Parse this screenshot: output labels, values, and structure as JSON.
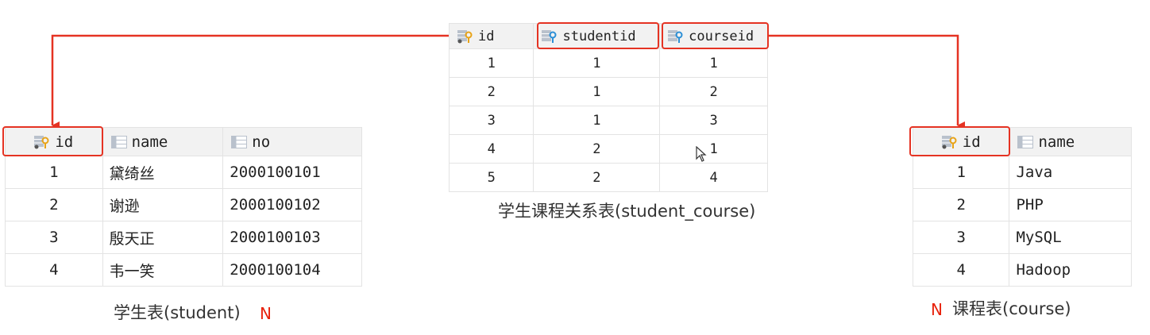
{
  "accent_color": "#e53323",
  "student": {
    "caption": "学生表(student)",
    "cardinality": "N",
    "columns": [
      "id",
      "name",
      "no"
    ],
    "rows": [
      [
        "1",
        "黛绮丝",
        "2000100101"
      ],
      [
        "2",
        "谢逊",
        "2000100102"
      ],
      [
        "3",
        "殷天正",
        "2000100103"
      ],
      [
        "4",
        "韦一笑",
        "2000100104"
      ]
    ]
  },
  "student_course": {
    "caption": "学生课程关系表(student_course)",
    "columns": [
      "id",
      "studentid",
      "courseid"
    ],
    "rows": [
      [
        "1",
        "1",
        "1"
      ],
      [
        "2",
        "1",
        "2"
      ],
      [
        "3",
        "1",
        "3"
      ],
      [
        "4",
        "2",
        "1"
      ],
      [
        "5",
        "2",
        "4"
      ]
    ]
  },
  "course": {
    "caption": "课程表(course)",
    "cardinality": "N",
    "columns": [
      "id",
      "name"
    ],
    "rows": [
      [
        "1",
        "Java"
      ],
      [
        "2",
        "PHP"
      ],
      [
        "3",
        "MySQL"
      ],
      [
        "4",
        "Hadoop"
      ]
    ]
  },
  "icons": {
    "primary_key": "key-column-icon",
    "foreign_key": "foreign-key-column-icon",
    "column": "column-icon"
  }
}
